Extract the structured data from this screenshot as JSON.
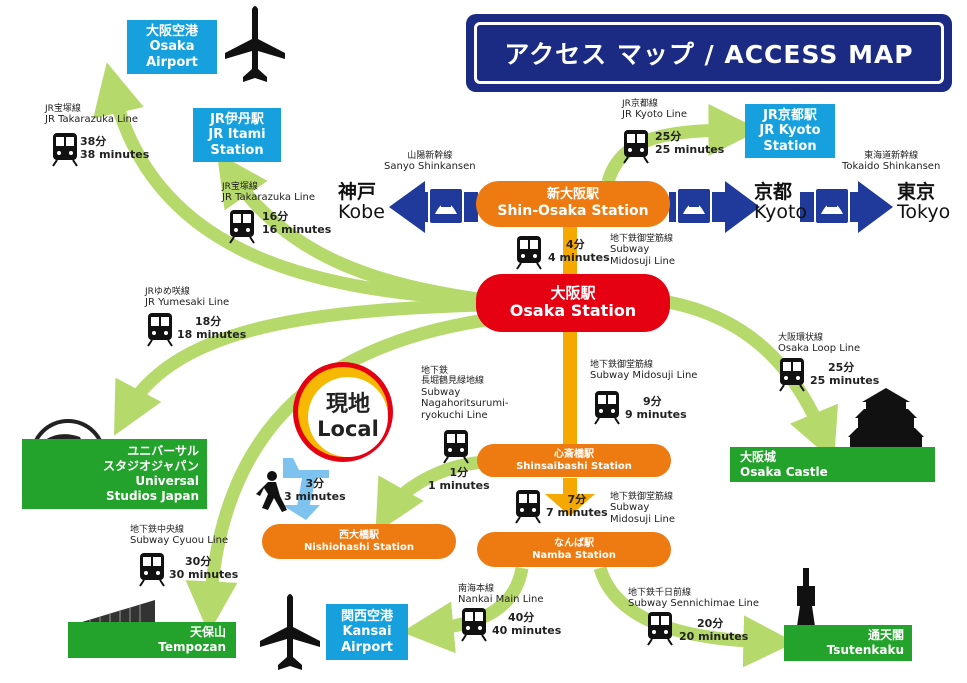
{
  "title": "アクセス マップ / ACCESS MAP",
  "colors": {
    "navy": "#1b2a83",
    "orange": "#ee7a12",
    "red": "#e50012",
    "blue": "#16a0dd",
    "green": "#23a32b",
    "arrow_green": "#b5d96a",
    "arrow_yellow": "#f5a800"
  },
  "stations": {
    "shin_osaka": {
      "jp": "新大阪駅",
      "en": "Shin-Osaka Station"
    },
    "osaka": {
      "jp": "大阪駅",
      "en": "Osaka Station"
    },
    "shinsaibashi": {
      "jp": "心斎橋駅",
      "en": "Shinsaibashi Station"
    },
    "namba": {
      "jp": "なんば駅",
      "en": "Namba Station"
    },
    "nishiohashi": {
      "jp": "西大橋駅",
      "en": "Nishiohashi Station"
    }
  },
  "destinations": {
    "osaka_airport": {
      "jp": "大阪空港",
      "en1": "Osaka",
      "en2": "Airport"
    },
    "itami": {
      "jp": "JR伊丹駅",
      "en1": "JR Itami",
      "en2": "Station"
    },
    "kyoto_station": {
      "jp": "JR京都駅",
      "en1": "JR Kyoto",
      "en2": "Station"
    },
    "usj": {
      "jp1": "ユニバーサル",
      "jp2": "スタジオジャパン",
      "en1": "Universal",
      "en2": "Studios Japan"
    },
    "osaka_castle": {
      "jp": "大阪城",
      "en": "Osaka Castle"
    },
    "tempozan": {
      "jp": "天保山",
      "en": "Tempozan"
    },
    "kansai_airport": {
      "jp": "関西空港",
      "en1": "Kansai",
      "en2": "Airport"
    },
    "tsutenkaku": {
      "jp": "通天閣",
      "en": "Tsutenkaku"
    }
  },
  "cities": {
    "kobe": {
      "jp": "神戸",
      "en": "Kobe"
    },
    "kyoto": {
      "jp": "京都",
      "en": "Kyoto"
    },
    "tokyo": {
      "jp": "東京",
      "en": "Tokyo"
    }
  },
  "shinkansen": {
    "sanyo": {
      "jp": "山陽新幹線",
      "en": "Sanyo Shinkansen"
    },
    "tokaido": {
      "jp": "東海道新幹線",
      "en": "Tokaido Shinkansen"
    }
  },
  "routes": {
    "airport": {
      "jp": "JR宝塚線",
      "en": "JR Takarazuka Line",
      "min_jp": "38分",
      "min_en": "38 minutes"
    },
    "itami": {
      "jp": "JR宝塚線",
      "en": "JR Takarazuka Line",
      "min_jp": "16分",
      "min_en": "16 minutes"
    },
    "kyoto_line": {
      "jp": "JR京都線",
      "en": "JR Kyoto Line",
      "min_jp": "25分",
      "min_en": "25 minutes"
    },
    "midosuji1": {
      "jp": "地下鉄御堂筋線",
      "en1": "Subway",
      "en2": "Midosuji Line",
      "min_jp": "4分",
      "min_en": "4 minutes"
    },
    "yumesaki": {
      "jp": "JRゆめ咲線",
      "en": "JR Yumesaki Line",
      "min_jp": "18分",
      "min_en": "18 minutes"
    },
    "loop": {
      "jp": "大阪環状線",
      "en": "Osaka Loop Line",
      "min_jp": "25分",
      "min_en": "25 minutes"
    },
    "midosuji2": {
      "jp": "地下鉄御堂筋線",
      "en": "Subway Midosuji Line",
      "min_jp": "9分",
      "min_en": "9 minutes"
    },
    "nagahori": {
      "jp1": "地下鉄",
      "jp2": "長堀鶴見緑地線",
      "en1": "Subway",
      "en2": "Nagahoritsurumi-",
      "en3": "ryokuchi Line",
      "min_jp": "1分",
      "min_en": "1 minutes"
    },
    "walk": {
      "min_jp": "3分",
      "min_en": "3 minutes"
    },
    "midosuji3": {
      "jp": "地下鉄御堂筋線",
      "en1": "Subway",
      "en2": "Midosuji Line",
      "min_jp": "7分",
      "min_en": "7 minutes"
    },
    "chuo": {
      "jp": "地下鉄中央線",
      "en": "Subway Cyuou Line",
      "min_jp": "30分",
      "min_en": "30 minutes"
    },
    "nankai": {
      "jp": "南海本線",
      "en": "Nankai Main Line",
      "min_jp": "40分",
      "min_en": "40 minutes"
    },
    "sennichimae": {
      "jp": "地下鉄千日前線",
      "en": "Subway Sennichimae Line",
      "min_jp": "20分",
      "min_en": "20 minutes"
    }
  },
  "local": {
    "jp": "現地",
    "en": "Local"
  }
}
